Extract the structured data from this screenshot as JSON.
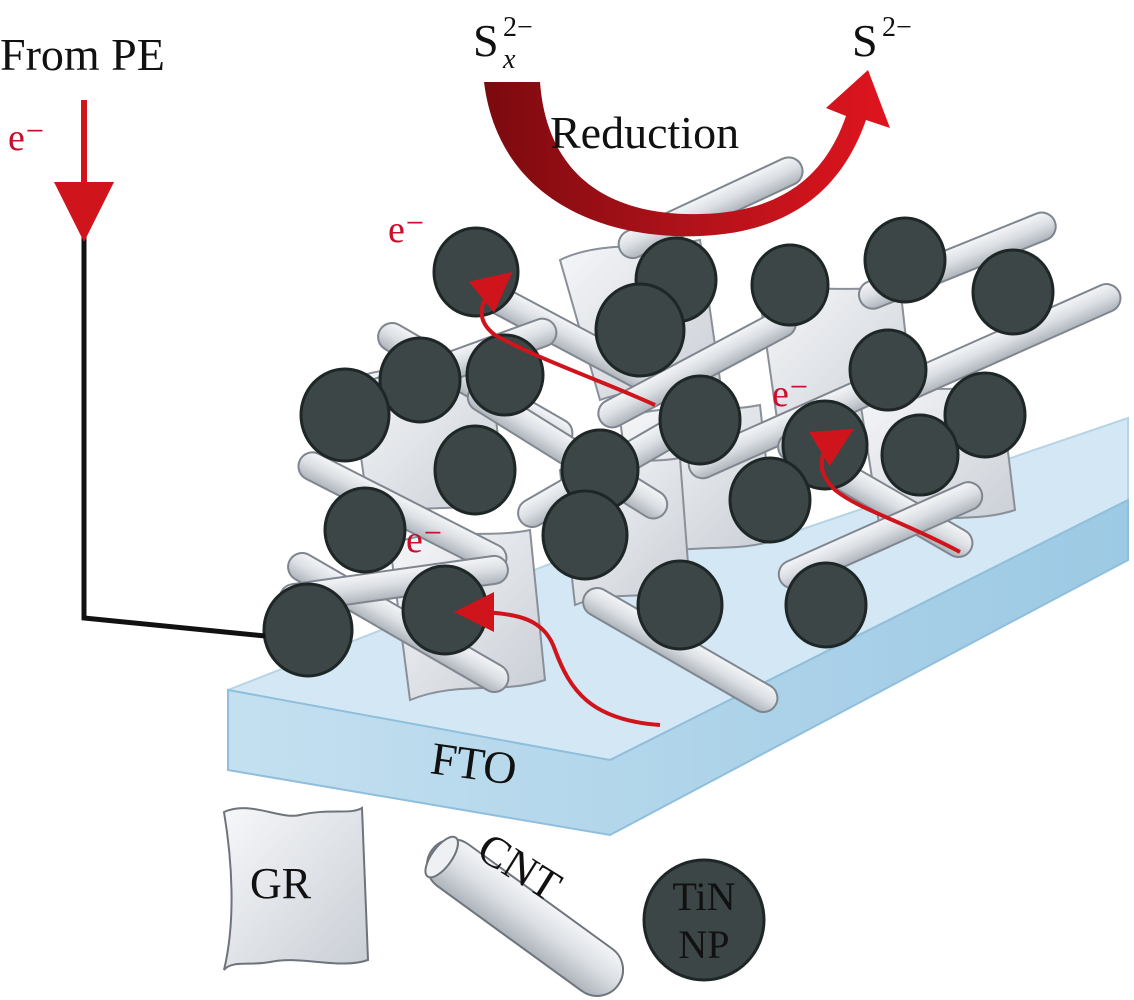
{
  "labels": {
    "from_pe": "From PE",
    "electron": "e⁻",
    "reactant": {
      "base": "S",
      "sub": "x",
      "sup": "2−"
    },
    "product": {
      "base": "S",
      "sup": "2−"
    },
    "reduction": "Reduction",
    "substrate": "FTO"
  },
  "legend": {
    "graphene": "GR",
    "nanotube": "CNT",
    "nanoparticle_line1": "TiN",
    "nanoparticle_line2": "NP"
  },
  "colors": {
    "electron_arrow": "#d0141c",
    "particle": "#3c4646",
    "particle_stroke": "#1e2626",
    "sheet": "#e4e7ec",
    "tube": "#d9dde2",
    "fto_top": "#cfe6f3",
    "fto_front": "#a9d0e8",
    "wire": "#111111"
  }
}
